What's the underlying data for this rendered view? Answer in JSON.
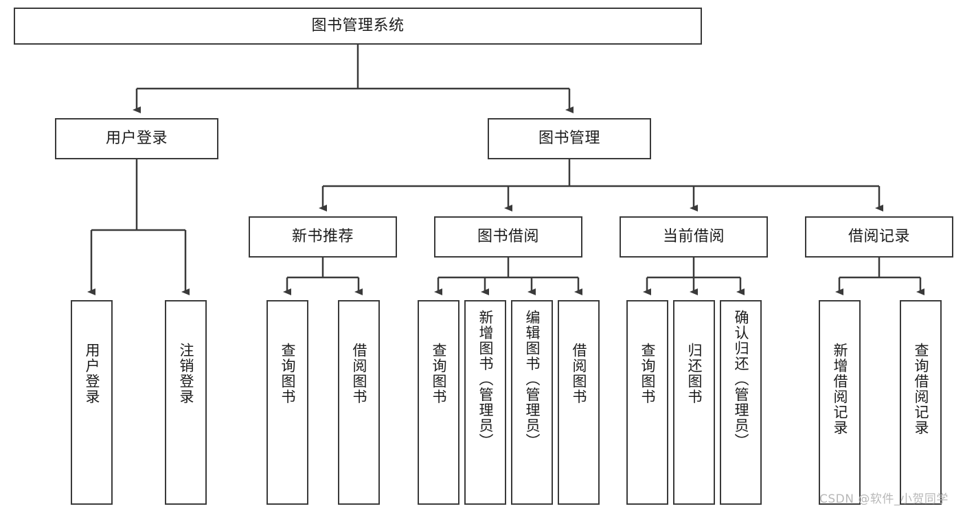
{
  "diagram": {
    "type": "tree-hierarchy",
    "title": "图书管理系统",
    "root": {
      "id": "root",
      "label": "图书管理系统"
    },
    "level2": [
      {
        "id": "user-login",
        "label": "用户登录"
      },
      {
        "id": "book-management",
        "label": "图书管理"
      }
    ],
    "level3": [
      {
        "id": "new-book-recommend",
        "label": "新书推荐",
        "parent": "book-management"
      },
      {
        "id": "book-borrow",
        "label": "图书借阅",
        "parent": "book-management"
      },
      {
        "id": "current-borrow",
        "label": "当前借阅",
        "parent": "book-management"
      },
      {
        "id": "borrow-record",
        "label": "借阅记录",
        "parent": "book-management"
      }
    ],
    "leaves": [
      {
        "id": "leaf-user-login",
        "label": "用户登录",
        "parent": "user-login"
      },
      {
        "id": "leaf-logout-login",
        "label": "注销登录",
        "parent": "user-login"
      },
      {
        "id": "leaf-query-book-1",
        "label": "查询图书",
        "parent": "new-book-recommend"
      },
      {
        "id": "leaf-borrow-book-1",
        "label": "借阅图书",
        "parent": "new-book-recommend"
      },
      {
        "id": "leaf-query-book-2",
        "label": "查询图书",
        "parent": "book-borrow"
      },
      {
        "id": "leaf-add-book",
        "label": "新增图书（管理员）",
        "parent": "book-borrow"
      },
      {
        "id": "leaf-edit-book",
        "label": "编辑图书（管理员）",
        "parent": "book-borrow"
      },
      {
        "id": "leaf-borrow-book-2",
        "label": "借阅图书",
        "parent": "book-borrow"
      },
      {
        "id": "leaf-query-book-3",
        "label": "查询图书",
        "parent": "current-borrow"
      },
      {
        "id": "leaf-return-book",
        "label": "归还图书",
        "parent": "current-borrow"
      },
      {
        "id": "leaf-confirm-return",
        "label": "确认归还（管理员）",
        "parent": "current-borrow"
      },
      {
        "id": "leaf-add-record",
        "label": "新增借阅记录",
        "parent": "borrow-record"
      },
      {
        "id": "leaf-query-record",
        "label": "查询借阅记录",
        "parent": "borrow-record"
      }
    ],
    "colors": {
      "box_border": "#3a3a3a",
      "box_fill": "#ffffff",
      "connector": "#3a3a3a",
      "text": "#1b1b1b",
      "watermark": "#b8b8b8",
      "background": "#ffffff"
    }
  },
  "watermark": {
    "text": "CSDN @软件_小贺同学"
  }
}
